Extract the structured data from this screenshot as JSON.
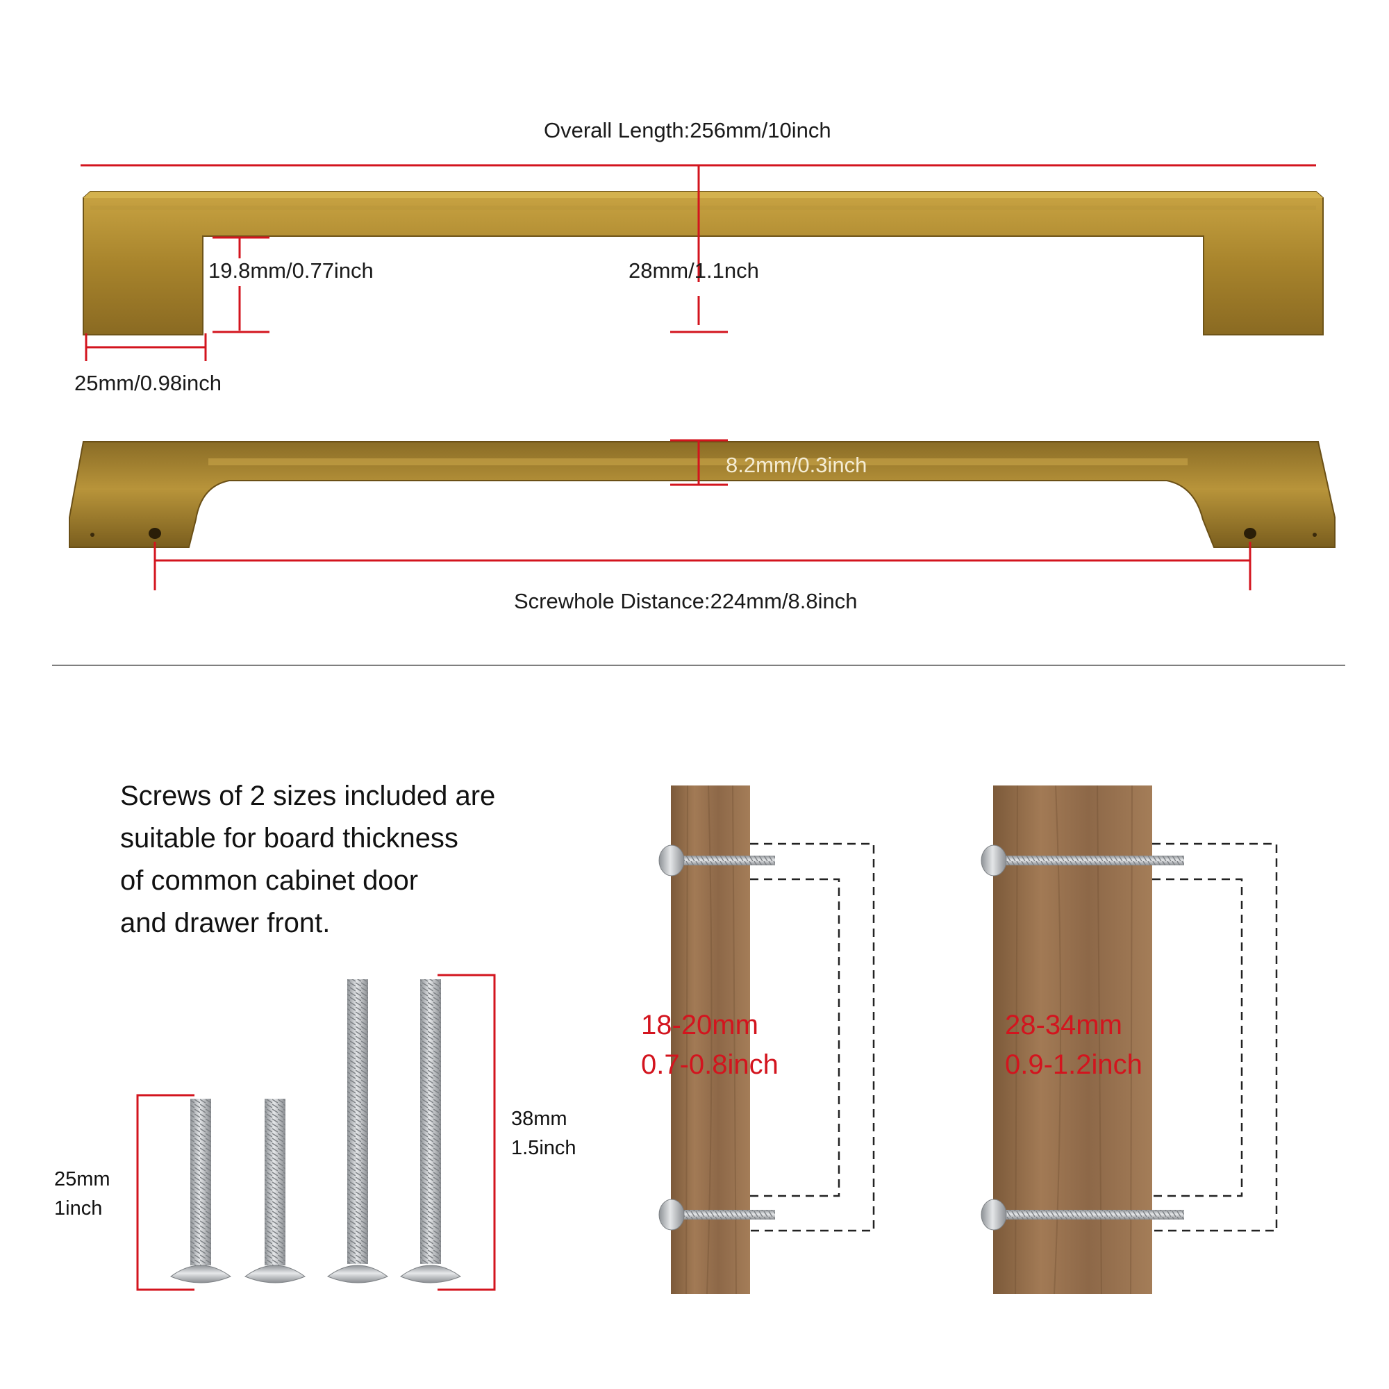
{
  "dimensions": {
    "overall_length": "Overall Length:256mm/10inch",
    "inner_height": "19.8mm/0.77inch",
    "total_height": "28mm/1.1nch",
    "foot_width": "25mm/0.98inch",
    "bar_thickness": "8.2mm/0.3inch",
    "screwhole_distance": "Screwhole Distance:224mm/8.8inch"
  },
  "info_text": {
    "lines": [
      "Screws of 2 sizes included are",
      "suitable for board thickness",
      "of common cabinet door",
      "and drawer front."
    ]
  },
  "screws": {
    "short_label": [
      "25mm",
      "1inch"
    ],
    "long_label": [
      "38mm",
      "1.5inch"
    ]
  },
  "boards": {
    "thin": [
      "18-20mm",
      "0.7-0.8inch"
    ],
    "thick": [
      "28-34mm",
      "0.9-1.2inch"
    ]
  },
  "colors": {
    "accent_red": "#d3141e",
    "brass": "#a8842c",
    "wood": "#9a7350",
    "steel": "#b9bcbf"
  }
}
